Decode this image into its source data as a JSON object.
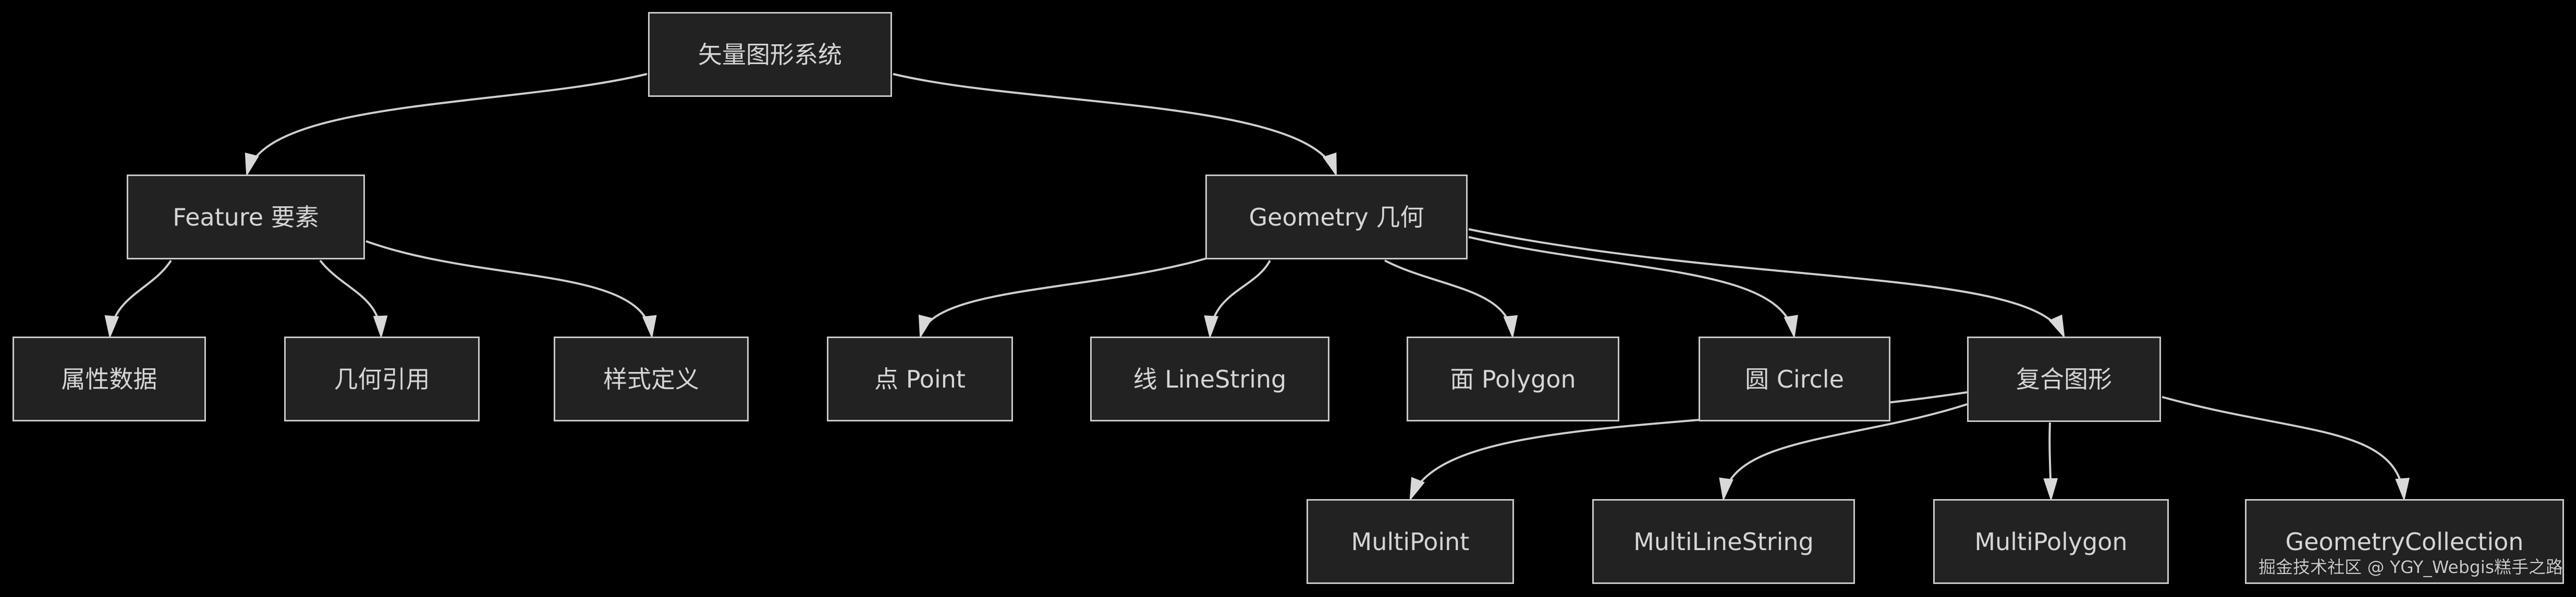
{
  "diagram": {
    "type": "flowchart",
    "root_label": "矢量图形系统",
    "watermark": "掘金技术社区 @ YGY_Webgis糕手之路",
    "colors": {
      "background": "#000000",
      "node_fill": "#222222",
      "node_border": "#c9c9c9",
      "node_text": "#d6d6d6",
      "edge_line": "#cfcfcf",
      "arrowhead": "#d8d8d8"
    },
    "nodes": [
      {
        "id": "root",
        "label": "矢量图形系统"
      },
      {
        "id": "feature",
        "label": "Feature 要素"
      },
      {
        "id": "geometry",
        "label": "Geometry 几何"
      },
      {
        "id": "attr",
        "label": "属性数据"
      },
      {
        "id": "georef",
        "label": "几何引用"
      },
      {
        "id": "style",
        "label": "样式定义"
      },
      {
        "id": "point",
        "label": "点 Point"
      },
      {
        "id": "linestring",
        "label": "线 LineString"
      },
      {
        "id": "polygon",
        "label": "面 Polygon"
      },
      {
        "id": "circle",
        "label": "圆 Circle"
      },
      {
        "id": "composite",
        "label": "复合图形"
      },
      {
        "id": "multipoint",
        "label": "MultiPoint"
      },
      {
        "id": "multilinestring",
        "label": "MultiLineString"
      },
      {
        "id": "multipolygon",
        "label": "MultiPolygon"
      },
      {
        "id": "geometrycollection",
        "label": "GeometryCollection"
      }
    ],
    "edges": [
      {
        "from": "root",
        "to": "feature"
      },
      {
        "from": "root",
        "to": "geometry"
      },
      {
        "from": "feature",
        "to": "attr"
      },
      {
        "from": "feature",
        "to": "georef"
      },
      {
        "from": "feature",
        "to": "style"
      },
      {
        "from": "geometry",
        "to": "point"
      },
      {
        "from": "geometry",
        "to": "linestring"
      },
      {
        "from": "geometry",
        "to": "polygon"
      },
      {
        "from": "geometry",
        "to": "circle"
      },
      {
        "from": "geometry",
        "to": "composite"
      },
      {
        "from": "composite",
        "to": "multipoint"
      },
      {
        "from": "composite",
        "to": "multilinestring"
      },
      {
        "from": "composite",
        "to": "multipolygon"
      },
      {
        "from": "composite",
        "to": "geometrycollection"
      }
    ]
  }
}
